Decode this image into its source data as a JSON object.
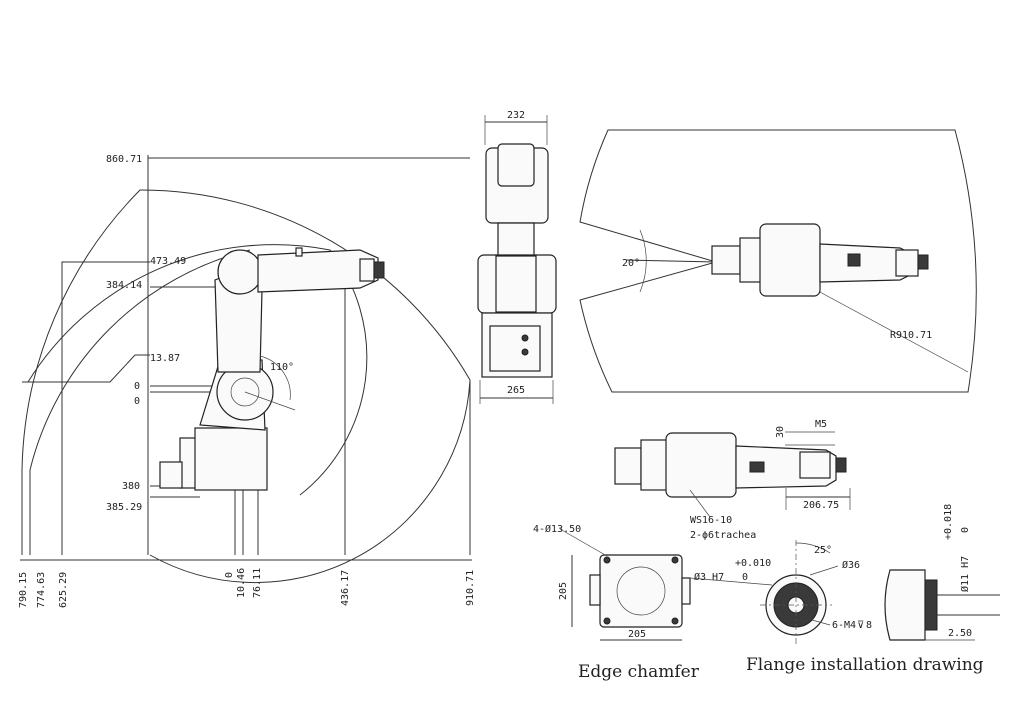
{
  "side_view": {
    "dims_left": [
      "860.71",
      "473.49",
      "384.14",
      "13.87",
      "0",
      "0",
      "380",
      "385.29"
    ],
    "dims_bottom": [
      "790.15",
      "774.63",
      "625.29",
      "0",
      "10.46",
      "76.11",
      "436.17",
      "910.71"
    ],
    "joint_angle": "110°"
  },
  "front_view": {
    "width_top": "232",
    "width_bottom": "265"
  },
  "top_view": {
    "angle": "20°",
    "radius": "R910.71"
  },
  "tool_view": {
    "dim_30": "30",
    "thread": "M5",
    "length": "206.75",
    "connector": "WS16-10",
    "trachea": "2-ϕ6trachea"
  },
  "base_view": {
    "holes": "4-Ø13.50",
    "height": "205",
    "width": "205",
    "caption": "Edge chamfer"
  },
  "flange_view": {
    "tolerance_top": "+0.010",
    "tolerance_zero": "0",
    "pin": "Ø3 H7",
    "angle": "25°",
    "diameter": "Ø36",
    "threads": "6-M4",
    "depth": "8",
    "bore_tolerance": "+0.018",
    "bore_zero": "0",
    "bore": "Ø11 H7",
    "chamfer": "2.50",
    "caption": "Flange installation drawing"
  }
}
